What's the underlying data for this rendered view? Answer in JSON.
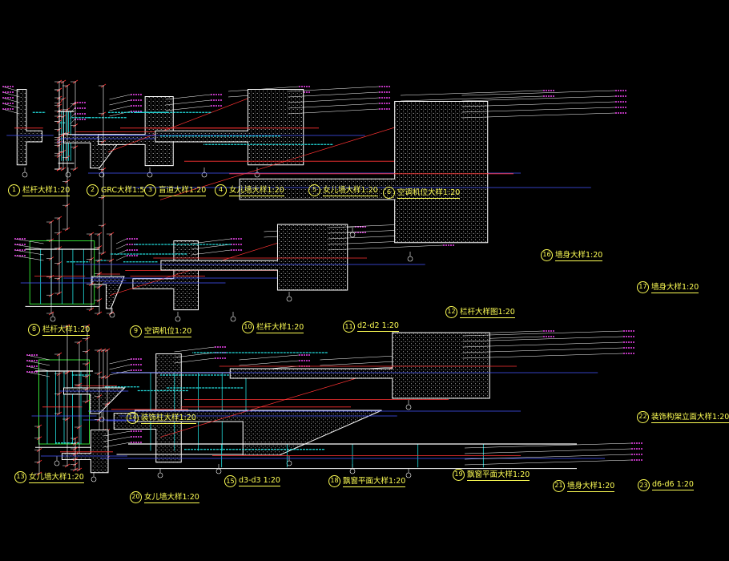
{
  "sheet": {
    "background": "#000000",
    "label_color": "#ffff55"
  },
  "details": [
    {
      "num": "1",
      "title": "栏杆大样1:20"
    },
    {
      "num": "2",
      "title": "GRC大样1:5"
    },
    {
      "num": "3",
      "title": "盲道大样1:20"
    },
    {
      "num": "4",
      "title": "女儿墙大样1:20"
    },
    {
      "num": "5",
      "title": "女儿墙大样1:20"
    },
    {
      "num": "6",
      "title": "空调机位大样1:20"
    },
    {
      "num": "8",
      "title": "栏杆大样1:20"
    },
    {
      "num": "9",
      "title": "空调机位1:20"
    },
    {
      "num": "10",
      "title": "栏杆大样1:20"
    },
    {
      "num": "11",
      "title": "d2-d2 1:20"
    },
    {
      "num": "12",
      "title": "栏杆大样图1:20"
    },
    {
      "num": "13",
      "title": "女儿墙大样1:20"
    },
    {
      "num": "14",
      "title": "装饰柱大样1:20"
    },
    {
      "num": "15",
      "title": "d3-d3 1:20"
    },
    {
      "num": "16",
      "title": "墙身大样1:20"
    },
    {
      "num": "17",
      "title": "墙身大样1:20"
    },
    {
      "num": "18",
      "title": "飘窗平面大样1:20"
    },
    {
      "num": "19",
      "title": "飘窗平面大样1:20"
    },
    {
      "num": "20",
      "title": "女儿墙大样1:20"
    },
    {
      "num": "21",
      "title": "墙身大样1:20"
    },
    {
      "num": "22",
      "title": "装饰构架立面大样1:20"
    },
    {
      "num": "23",
      "title": "d6-d6 1:20"
    }
  ]
}
